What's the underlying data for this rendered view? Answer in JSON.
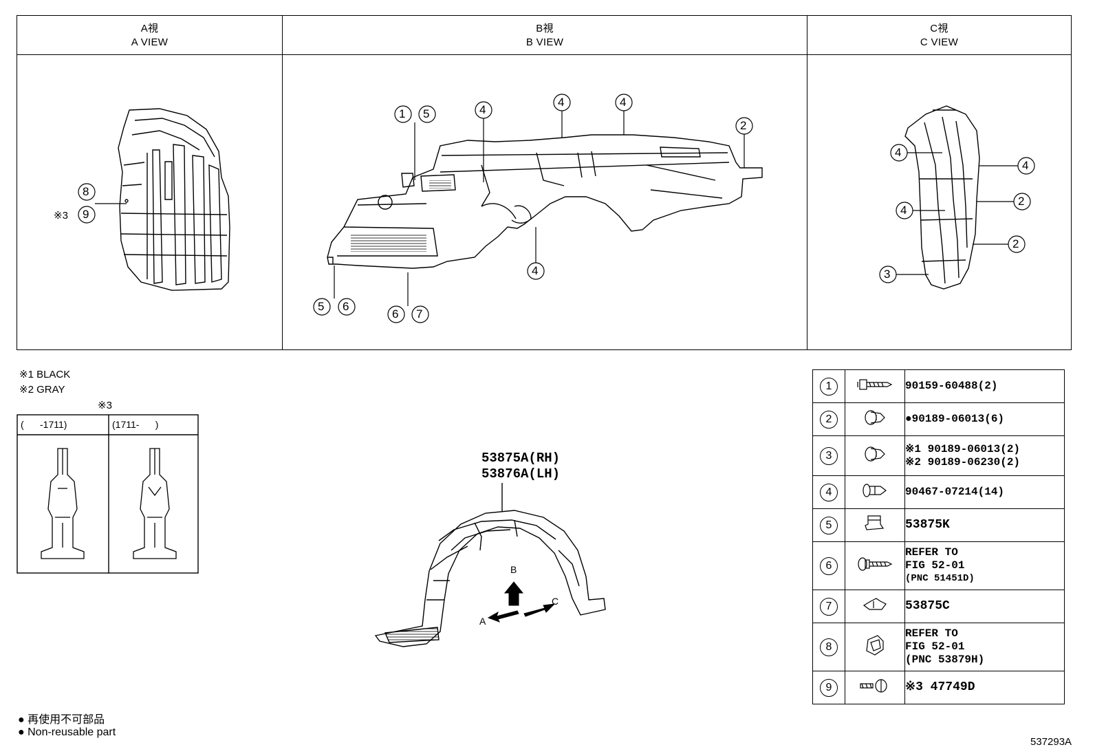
{
  "views": {
    "a": {
      "jp": "A視",
      "en": "A VIEW"
    },
    "b": {
      "jp": "B視",
      "en": "B VIEW"
    },
    "c": {
      "jp": "C視",
      "en": "C VIEW"
    }
  },
  "callouts": {
    "n1": "1",
    "n2": "2",
    "n3": "3",
    "n4": "4",
    "n5": "5",
    "n6": "6",
    "n7": "7",
    "n8": "8",
    "n9": "9",
    "mark3": "※3"
  },
  "notes": {
    "black": "※1 BLACK",
    "gray": "※2 GRAY",
    "mark3_title": "※3"
  },
  "clip_table": {
    "col1": "(      -1711)",
    "col2": "(1711-      )"
  },
  "main_part": {
    "rh": "53875A(RH)",
    "lh": "53876A(LH)",
    "arrow_a": "A",
    "arrow_b": "B",
    "arrow_c": "C"
  },
  "parts": [
    {
      "no": "1",
      "icon": "screw-icon",
      "line1": "90159-60488(2)"
    },
    {
      "no": "2",
      "icon": "grommet-icon",
      "line1": "●90189-06013(6)"
    },
    {
      "no": "3",
      "icon": "grommet-icon",
      "line1": "※1 90189-06013(2)",
      "line2": "※2 90189-06230(2)"
    },
    {
      "no": "4",
      "icon": "clip-icon",
      "line1": "90467-07214(14)"
    },
    {
      "no": "5",
      "icon": "nut-icon",
      "line1": "53875K"
    },
    {
      "no": "6",
      "icon": "screw-icon",
      "line1": "REFER TO",
      "line2": "FIG 52-01",
      "line3": "(PNC 51451D)"
    },
    {
      "no": "7",
      "icon": "retainer-icon",
      "line1": "53875C"
    },
    {
      "no": "8",
      "icon": "bracket-icon",
      "line1": "REFER TO",
      "line2": "FIG 52-01",
      "line3": "(PNC 53879H)"
    },
    {
      "no": "9",
      "icon": "pin-icon",
      "line1": "※3 47749D"
    }
  ],
  "legend": {
    "jp": "再使用不可部品",
    "en": "Non-reusable part"
  },
  "figure_id": "537293A"
}
